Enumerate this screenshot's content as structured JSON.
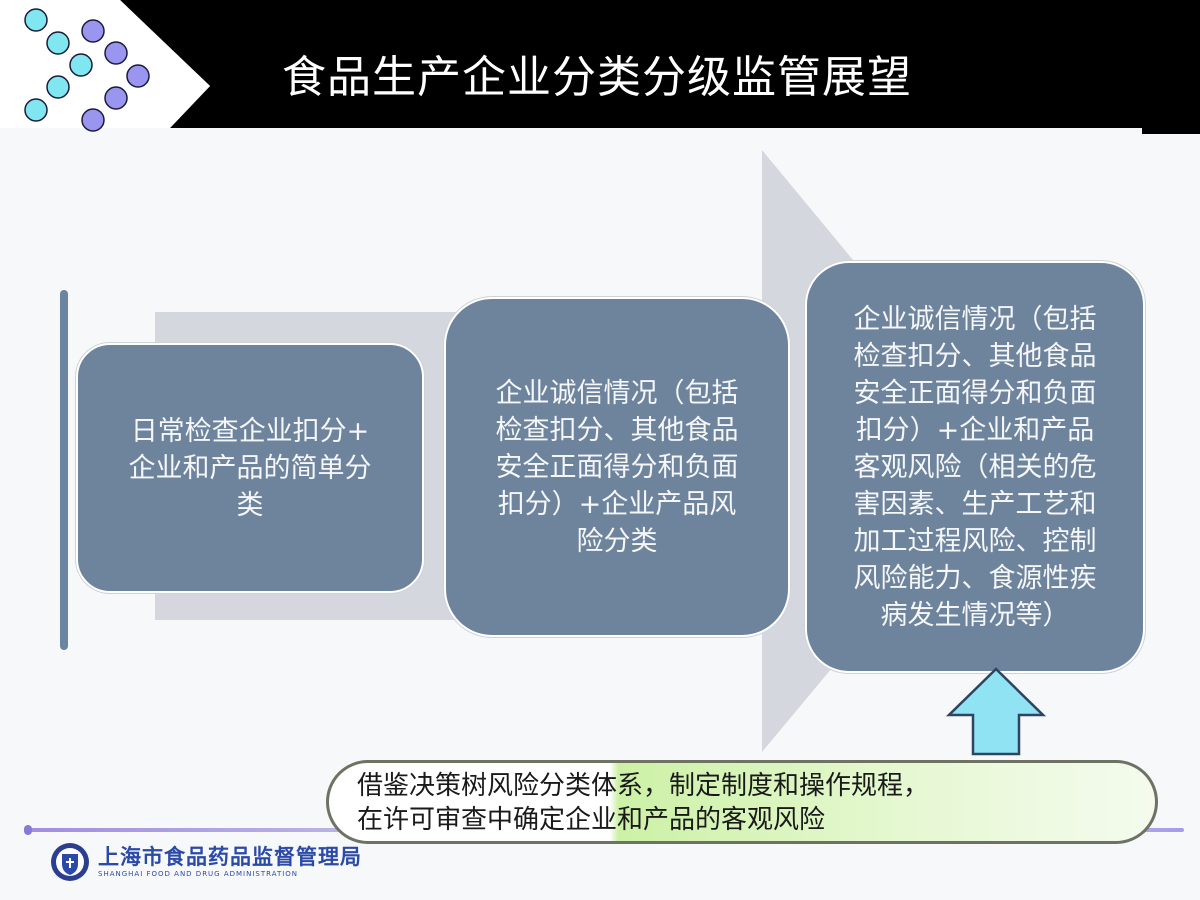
{
  "slide": {
    "title": "食品生产企业分类分级监管展望",
    "colors": {
      "title_bar": "#000000",
      "box_fill": "#6e849c",
      "arrow_fill": "#d4d8de",
      "up_arrow": "#8fe3f2",
      "note_gradient": "#ccf1a6",
      "dot_cyan": "#80e6f0",
      "dot_purple": "#9a96f0",
      "logo_blue": "#2b4aa8"
    }
  },
  "stages": [
    {
      "lines": [
        "日常检查企业扣分+",
        "企业和产品的简单分",
        "类"
      ]
    },
    {
      "lines": [
        "企业诚信情况（包括",
        "检查扣分、其他食品",
        "安全正面得分和负面",
        "扣分）+企业产品风",
        "险分类"
      ]
    },
    {
      "lines": [
        "企业诚信情况（包括",
        "检查扣分、其他食品",
        "安全正面得分和负面",
        "扣分）+企业和产品",
        "客观风险（相关的危",
        "害因素、生产工艺和",
        "加工过程风险、控制",
        "风险能力、食源性疾",
        "病发生情况等）"
      ]
    }
  ],
  "note": {
    "lines": [
      "借鉴决策树风险分类体系，制定制度和操作规程，",
      "在许可审查中确定企业和产品的客观风险"
    ]
  },
  "footer": {
    "org_cn": "上海市食品药品监督管理局",
    "org_en": "SHANGHAI FOOD AND DRUG ADMINISTRATION"
  }
}
